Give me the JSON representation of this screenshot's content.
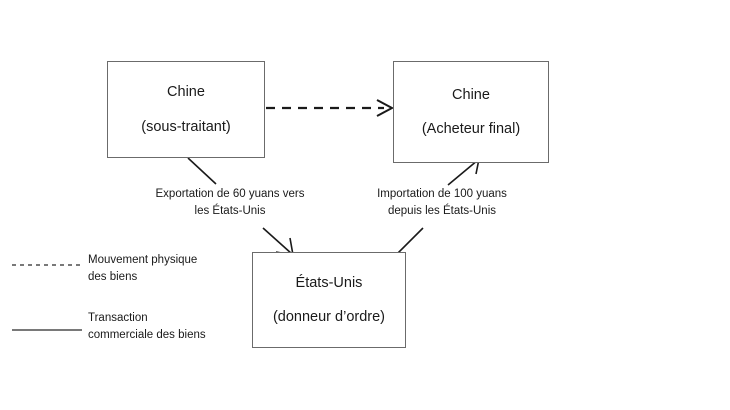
{
  "diagram": {
    "nodes": [
      {
        "id": "china-subcontractor",
        "line1": "Chine",
        "line2": "(sous-traitant)"
      },
      {
        "id": "china-final-buyer",
        "line1": "Chine",
        "line2": "(Acheteur final)"
      },
      {
        "id": "united-states-principal",
        "line1": "États-Unis",
        "line2": "(donneur d’ordre)"
      }
    ],
    "edge_labels": [
      {
        "id": "export-label",
        "line1": "Exportation de 60 yuans vers",
        "line2": "les États-Unis"
      },
      {
        "id": "import-label",
        "line1": "Importation de 100 yuans",
        "line2": "depuis les États-Unis"
      }
    ],
    "legend": [
      {
        "id": "physical-movement",
        "style": "dashed",
        "line1": "Mouvement physique",
        "line2": "des biens"
      },
      {
        "id": "commercial-transaction",
        "style": "solid",
        "line1": "Transaction",
        "line2": "commerciale des biens"
      }
    ],
    "colors": {
      "stroke": "#1a1a1a",
      "box_border": "#6b6b6b",
      "background": "#ffffff",
      "text": "#1a1a1a"
    }
  }
}
